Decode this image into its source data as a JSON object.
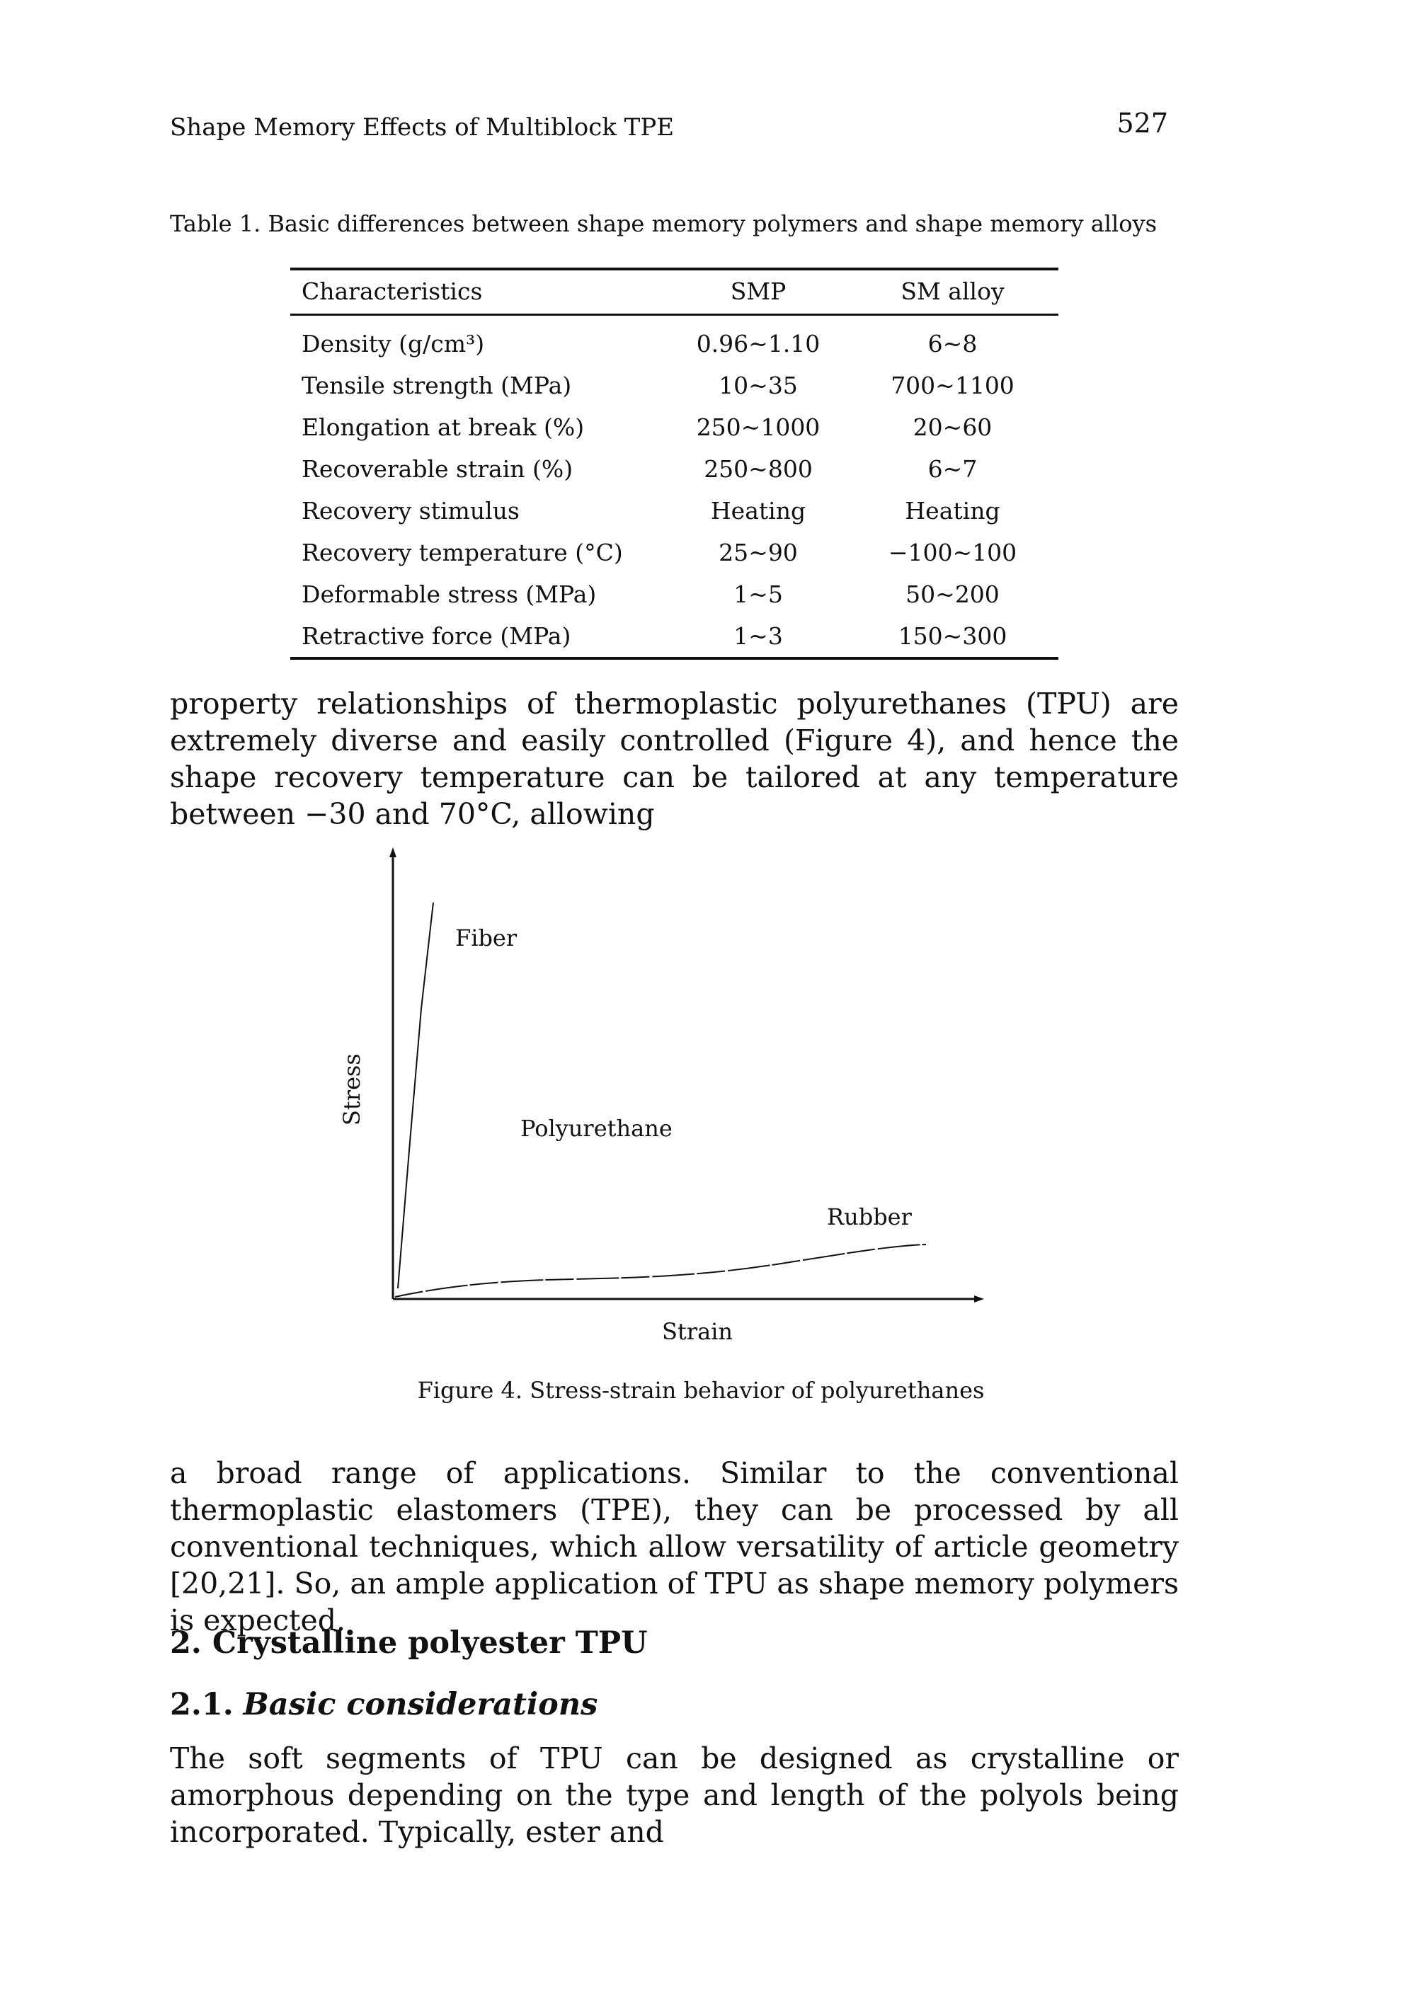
{
  "header": {
    "running_title": "Shape Memory Effects of Multiblock TPE",
    "page_number": "527"
  },
  "table": {
    "caption": "Table 1. Basic differences between shape memory polymers and shape memory alloys",
    "columns": [
      "Characteristics",
      "SMP",
      "SM alloy"
    ],
    "rows": [
      [
        "Density (g/cm³)",
        "0.96~1.10",
        "6~8"
      ],
      [
        "Tensile strength (MPa)",
        "10~35",
        "700~1100"
      ],
      [
        "Elongation at break (%)",
        "250~1000",
        "20~60"
      ],
      [
        "Recoverable strain (%)",
        "250~800",
        "6~7"
      ],
      [
        "Recovery stimulus",
        "Heating",
        "Heating"
      ],
      [
        "Recovery temperature (°C)",
        "25~90",
        "−100~100"
      ],
      [
        "Deformable stress (MPa)",
        "1~5",
        "50~200"
      ],
      [
        "Retractive force (MPa)",
        "1~3",
        "150~300"
      ]
    ]
  },
  "body": {
    "paragraph_1": "property relationships of thermoplastic polyurethanes (TPU) are extremely diverse and easily controlled (Figure 4), and hence the shape recovery temperature can be tailored at any temperature between −30 and 70°C, allowing",
    "paragraph_2": "a broad range of applications. Similar to the conventional thermoplastic elastomers (TPE), they can be processed by all conventional techniques, which allow versatility of article geometry [20,21]. So, an ample application of TPU as shape memory polymers is expected.",
    "section_heading": "2. Crystalline polyester TPU",
    "subsection_number": "2.1.",
    "subsection_title": "Basic considerations",
    "paragraph_3": "The soft segments of TPU can be designed as crystalline or amorphous depending on the type and length of the polyols being incorporated. Typically, ester and"
  },
  "figure": {
    "caption": "Figure 4. Stress-strain behavior of polyurethanes",
    "xlabel": "Strain",
    "ylabel": "Stress",
    "labels": {
      "fiber": "Fiber",
      "polyurethane": "Polyurethane",
      "rubber": "Rubber"
    }
  }
}
